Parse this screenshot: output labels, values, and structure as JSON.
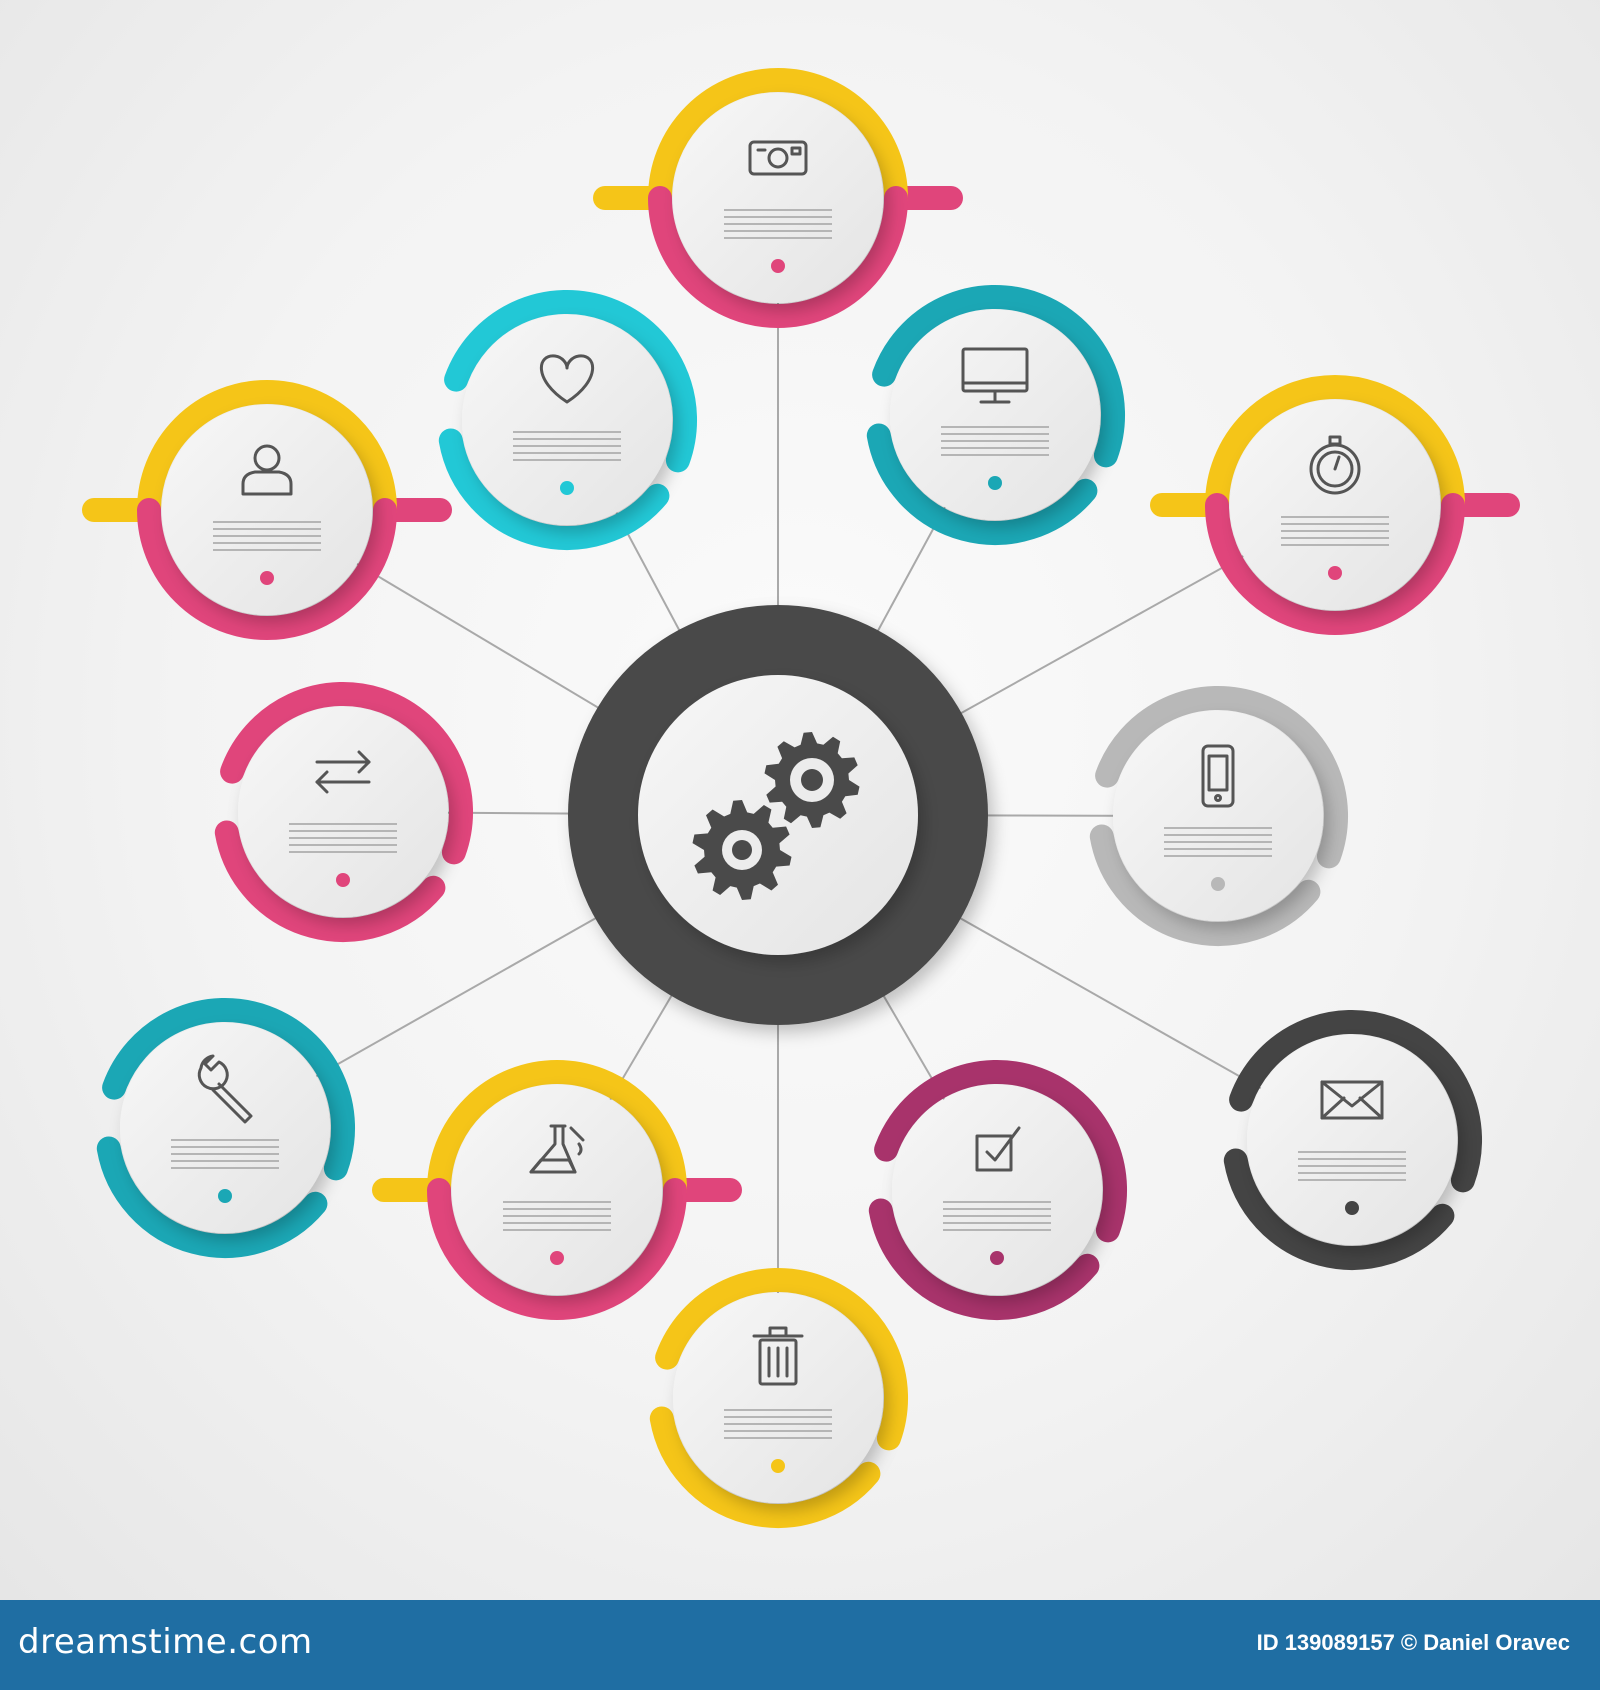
{
  "diagram": {
    "center_icon": "gears-icon",
    "nodes": [
      {
        "id": "camera",
        "icon": "camera-icon",
        "color": "#f5c518",
        "color2": "#e0457b"
      },
      {
        "id": "monitor",
        "icon": "monitor-icon",
        "color": "#1ba7b5",
        "color2": "#1ba7b5"
      },
      {
        "id": "stopwatch",
        "icon": "stopwatch-icon",
        "color": "#f5c518",
        "color2": "#e0457b"
      },
      {
        "id": "phone",
        "icon": "mobile-phone-icon",
        "color": "#b8b8b8",
        "color2": "#b8b8b8"
      },
      {
        "id": "mail",
        "icon": "envelope-icon",
        "color": "#444444",
        "color2": "#444444"
      },
      {
        "id": "check",
        "icon": "checkbox-icon",
        "color": "#a8336b",
        "color2": "#a8336b"
      },
      {
        "id": "trash",
        "icon": "trash-icon",
        "color": "#f5c518",
        "color2": "#f5c518"
      },
      {
        "id": "flask",
        "icon": "flask-icon",
        "color": "#f5c518",
        "color2": "#e0457b"
      },
      {
        "id": "wrench",
        "icon": "wrench-icon",
        "color": "#1ba7b5",
        "color2": "#1ba7b5"
      },
      {
        "id": "arrows",
        "icon": "exchange-arrows-icon",
        "color": "#e0457b",
        "color2": "#e0457b"
      },
      {
        "id": "user",
        "icon": "user-icon",
        "color": "#f5c518",
        "color2": "#e0457b"
      },
      {
        "id": "heart",
        "icon": "heart-icon",
        "color": "#22c8d6",
        "color2": "#22c8d6"
      }
    ]
  },
  "footer": {
    "logo": "dreamstime.com",
    "credit": "ID 139089157 © Daniel Oravec"
  }
}
